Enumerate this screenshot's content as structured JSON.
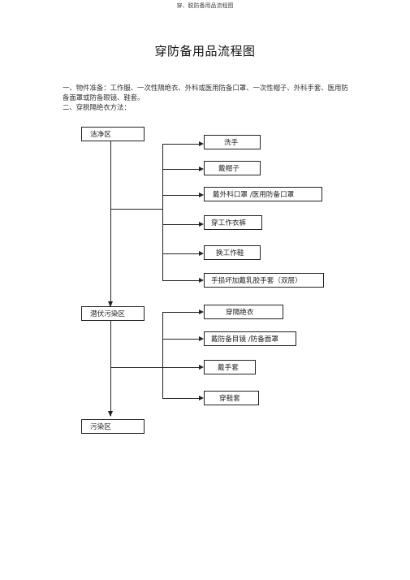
{
  "header": {
    "text": "穿、脱防备用品流程图"
  },
  "title": "穿防备用品流程图",
  "intro": {
    "line1": "一、物件准备：工作服、一次性隔绝衣、外科或医用防备口罩、一次性帽子、外科手套、医用防备面罩或防备眼镜、鞋套。",
    "line2": "二、穿脱隔绝衣方法："
  },
  "flow": {
    "zones": [
      "洁净区",
      "潜伏污染区",
      "污染区"
    ],
    "group1": [
      "洗手",
      "戴帽子",
      "戴外科口罩 /医用防备口罩",
      "穿工作衣裤",
      "换工作鞋",
      "手损坏加戴乳胶手套（双层）"
    ],
    "group2": [
      "穿隔绝衣",
      "戴防备目镜 /防备面罩",
      "戴手套",
      "穿鞋套"
    ]
  }
}
